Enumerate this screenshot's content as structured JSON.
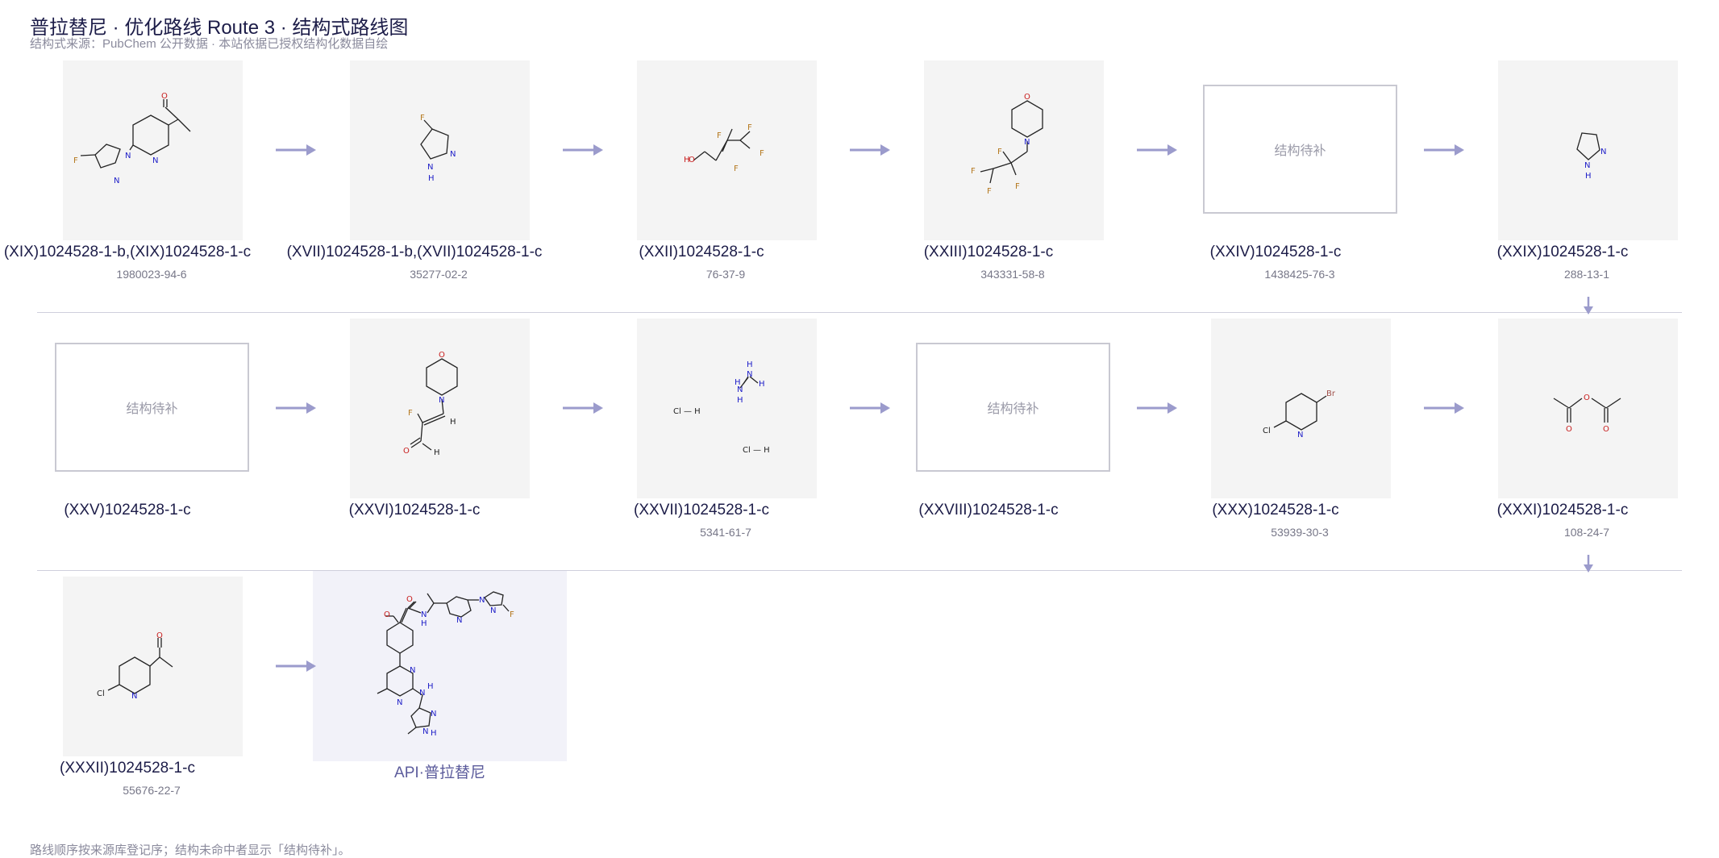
{
  "header": {
    "title": "普拉替尼 · 优化路线 Route 3 · 结构式路线图",
    "subtitle": "结构式来源：PubChem 公开数据 · 本站依据已授权结构化数据自绘"
  },
  "placeholder_text": "结构待补",
  "compounds": [
    {
      "name": "(XIX)1024528-1-b,(XIX)1024528-1-c",
      "cas": "1980023-94-6"
    },
    {
      "name": "(XVII)1024528-1-b,(XVII)1024528-1-c",
      "cas": "35277-02-2"
    },
    {
      "name": "(XXII)1024528-1-c",
      "cas": "76-37-9"
    },
    {
      "name": "(XXIII)1024528-1-c",
      "cas": "343331-58-8"
    },
    {
      "name": "(XXIV)1024528-1-c",
      "cas": "1438425-76-3"
    },
    {
      "name": "(XXIX)1024528-1-c",
      "cas": "288-13-1"
    },
    {
      "name": "(XXV)1024528-1-c",
      "cas": ""
    },
    {
      "name": "(XXVI)1024528-1-c",
      "cas": ""
    },
    {
      "name": "(XXVII)1024528-1-c",
      "cas": "5341-61-7"
    },
    {
      "name": "(XXVIII)1024528-1-c",
      "cas": ""
    },
    {
      "name": "(XXX)1024528-1-c",
      "cas": "53939-30-3"
    },
    {
      "name": "(XXXI)1024528-1-c",
      "cas": "108-24-7"
    },
    {
      "name": "(XXXII)1024528-1-c",
      "cas": "55676-22-7"
    }
  ],
  "api": {
    "label": "API·普拉替尼"
  },
  "atoms": {
    "F": "F",
    "N": "N",
    "O": "O",
    "H": "H",
    "Cl": "Cl",
    "Br": "Br",
    "HCl": "Cl — H"
  },
  "footer": "路线顺序按来源库登记序；结构未命中者显示「结构待补」。",
  "colors": {
    "arrow": "#9b9bcc",
    "accent": "#5c5c9c",
    "N": "#2020c8",
    "O": "#c81e1e",
    "F": "#b4781e",
    "Br": "#a0504a"
  }
}
